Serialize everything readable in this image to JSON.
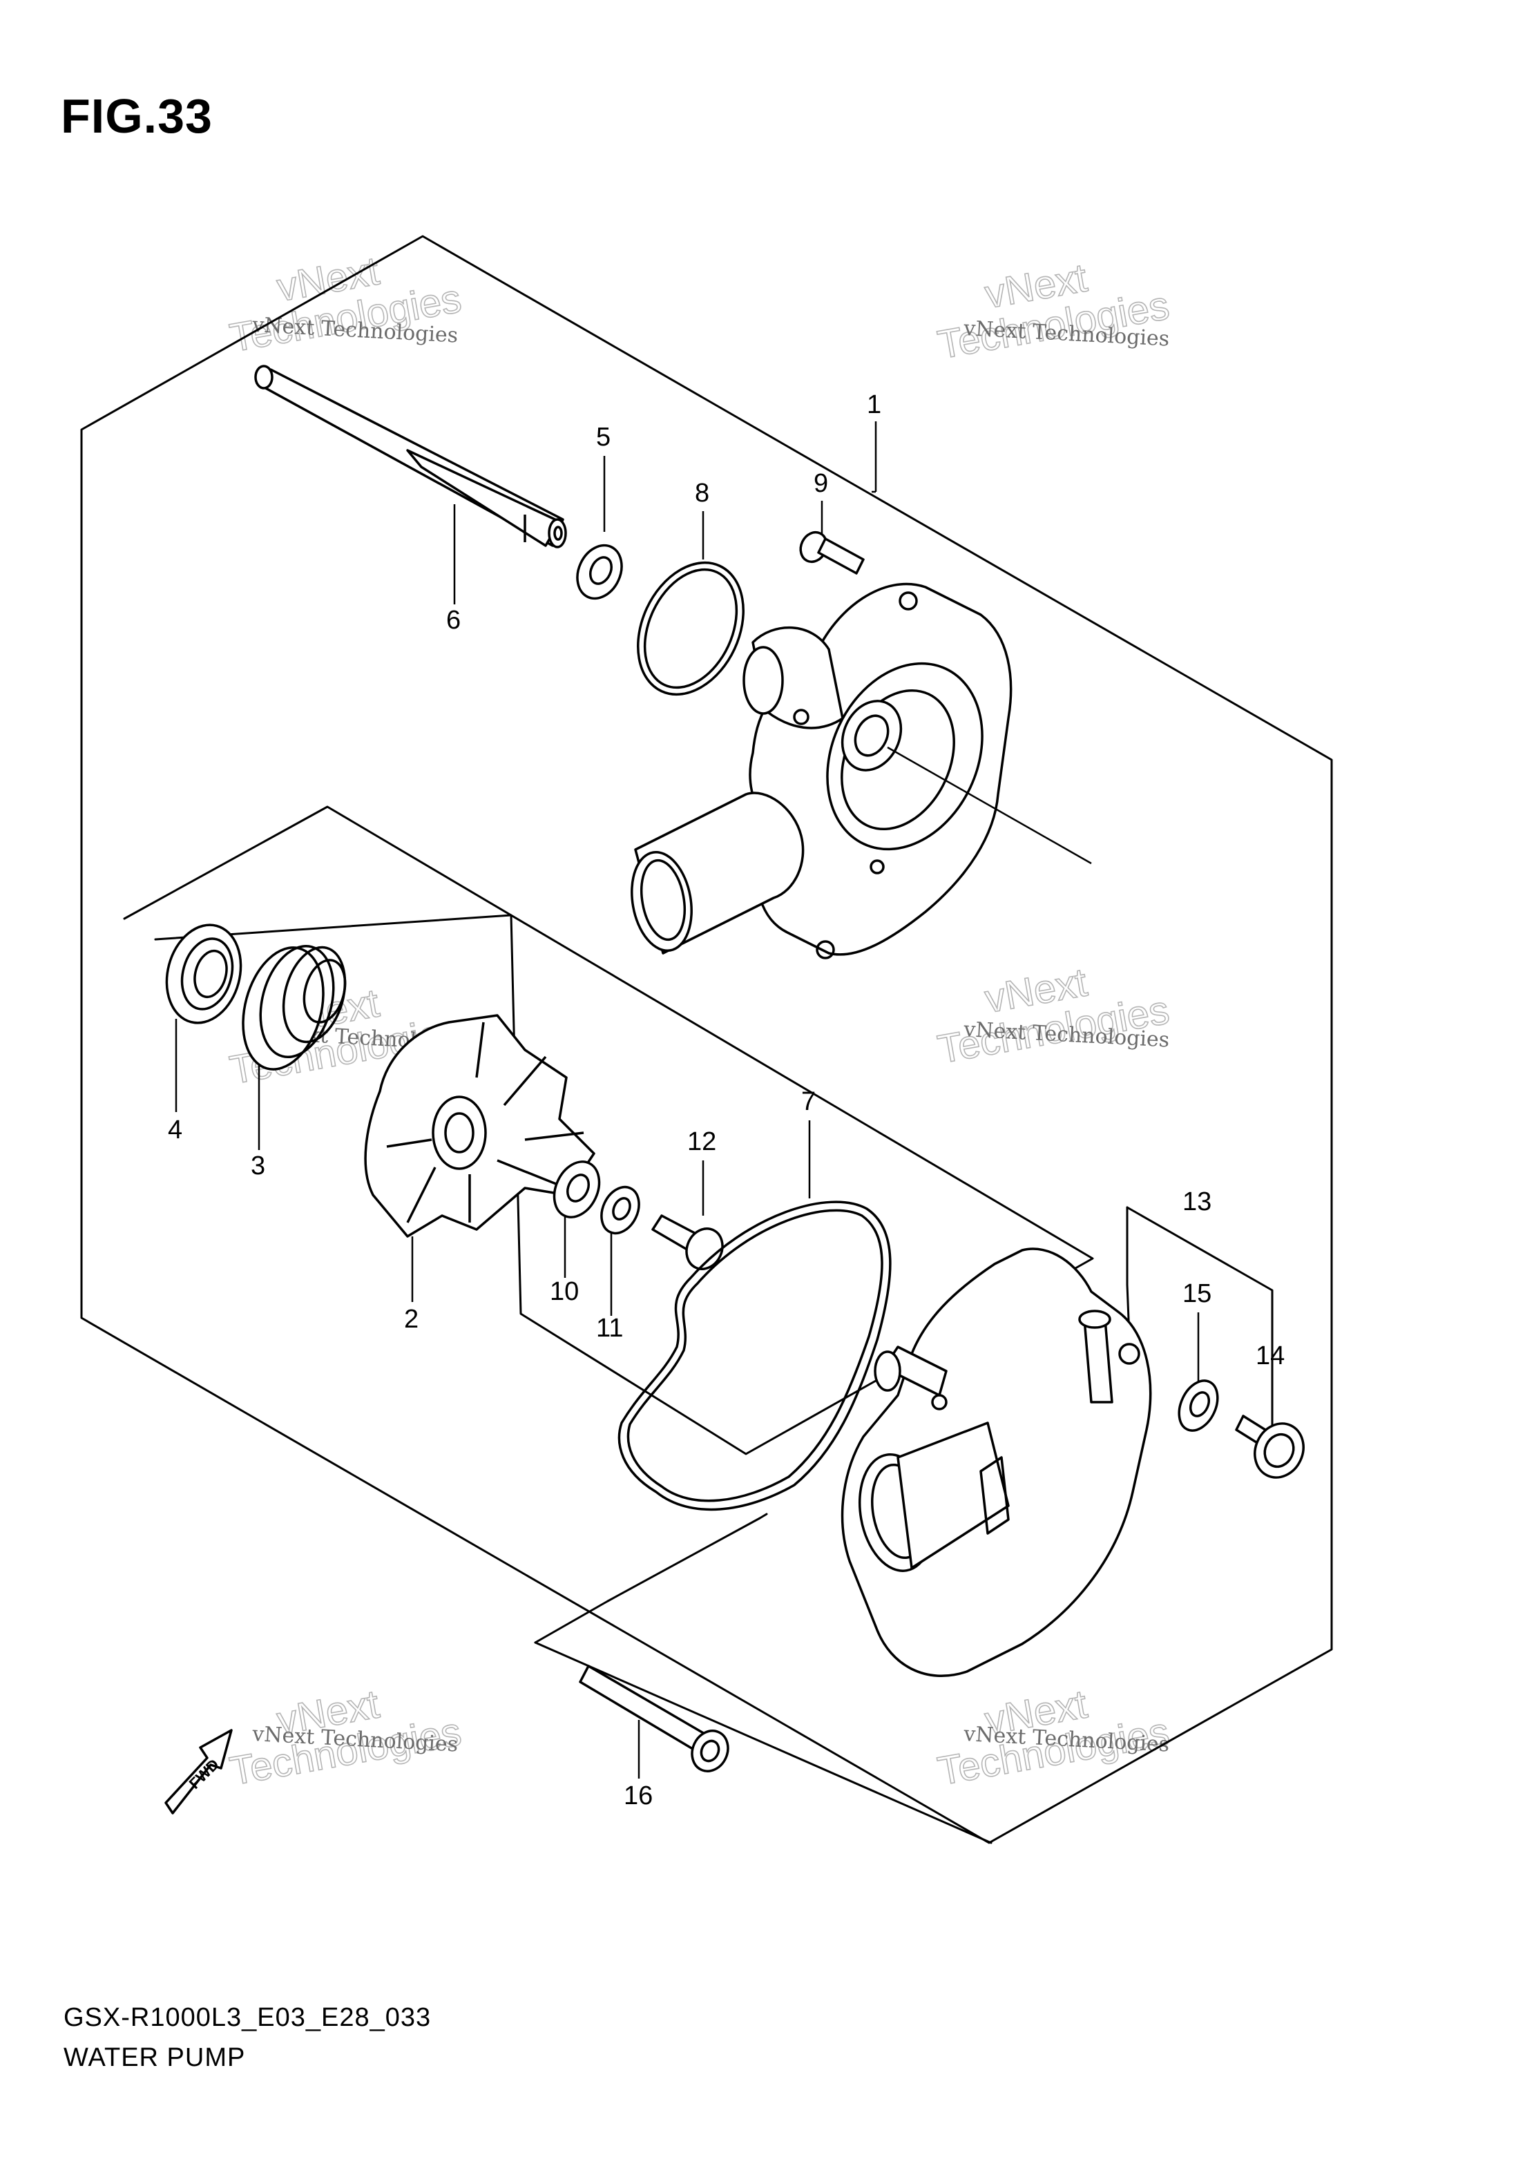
{
  "figure": {
    "title": "FIG.33"
  },
  "footer": {
    "code": "GSX-R1000L3_E03_E28_033",
    "name": "WATER PUMP"
  },
  "callouts": [
    "1",
    "2",
    "3",
    "4",
    "5",
    "6",
    "7",
    "8",
    "9",
    "10",
    "11",
    "12",
    "13",
    "14",
    "15",
    "16"
  ],
  "watermark": {
    "line1": "vNext Technologies",
    "line2": "vNext",
    "line3": "Technologies"
  },
  "direction_marker": "FWD"
}
